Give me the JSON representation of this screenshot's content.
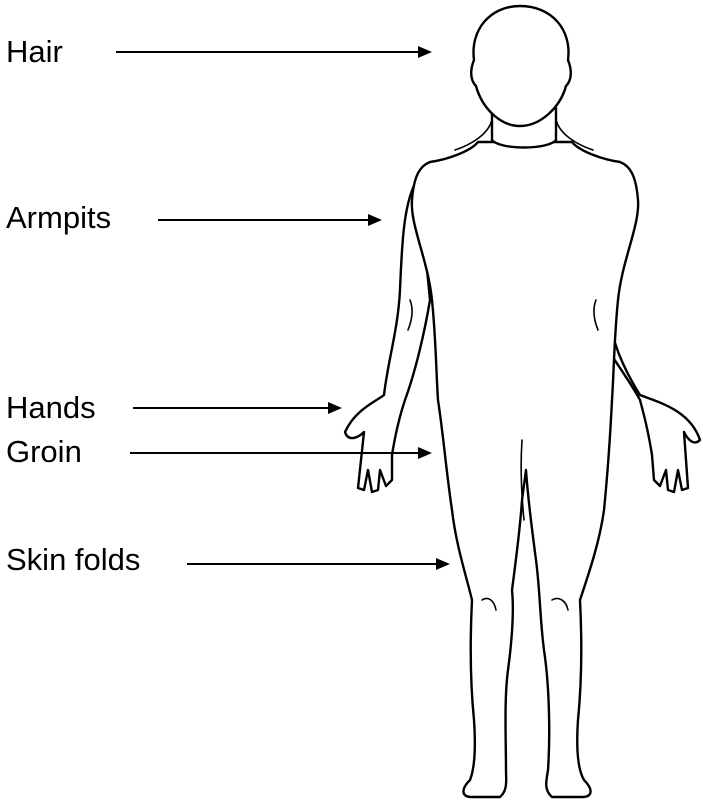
{
  "labels": [
    {
      "key": "hair",
      "text": "Hair"
    },
    {
      "key": "armpits",
      "text": "Armpits"
    },
    {
      "key": "hands",
      "text": "Hands"
    },
    {
      "key": "groin",
      "text": "Groin"
    },
    {
      "key": "skin_folds",
      "text": "Skin folds"
    }
  ],
  "colors": {
    "ink": "#000000",
    "background": "#ffffff"
  }
}
